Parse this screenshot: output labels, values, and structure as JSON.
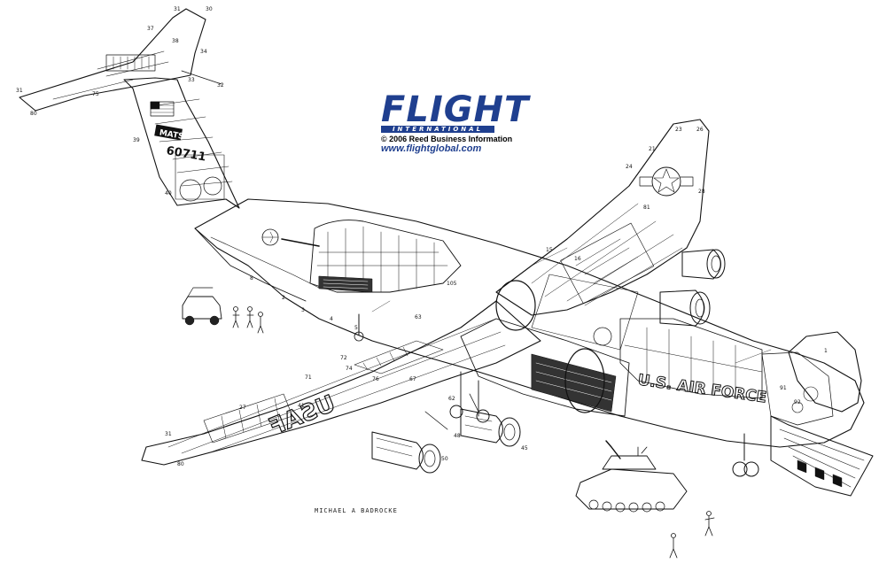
{
  "logo": {
    "main": "FLIGHT",
    "band": "INTERNATIONAL",
    "copyright": "© 2006 Reed Business Information",
    "url": "www.flightglobal.com",
    "color": "#1f3f8f"
  },
  "markings": {
    "tail_mats": "MATS",
    "tail_serial": "60711",
    "wing_usaf": "USAF",
    "fuselage_text": "U.S. AIR FORCE"
  },
  "artist": "MICHAEL A BADROCKE",
  "callouts": [
    "31",
    "30",
    "37",
    "38",
    "34",
    "32",
    "31",
    "75",
    "80",
    "39",
    "33",
    "40",
    "8",
    "2",
    "3",
    "4",
    "5",
    "1",
    "24",
    "21",
    "23",
    "26",
    "28",
    "81",
    "15",
    "16",
    "91",
    "92",
    "105",
    "63",
    "72",
    "71",
    "74",
    "76",
    "41",
    "67",
    "45",
    "48",
    "50",
    "62",
    "27",
    "31",
    "80"
  ]
}
